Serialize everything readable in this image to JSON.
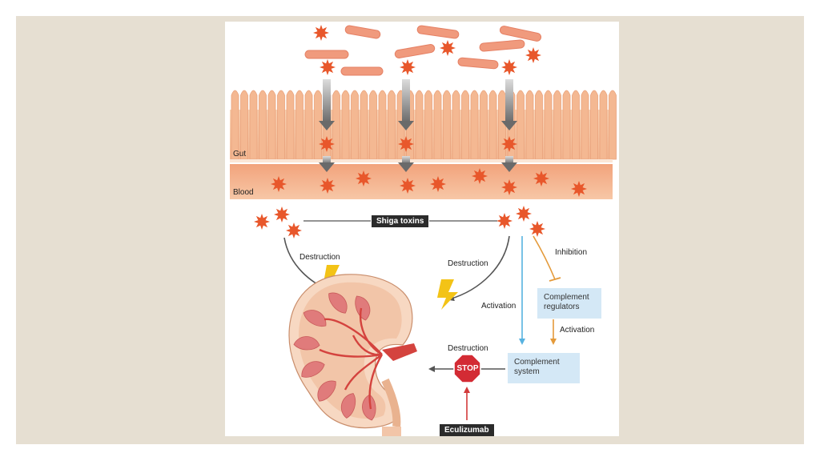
{
  "labels": {
    "gut": "Gut",
    "blood": "Blood",
    "shiga_toxins": "Shiga toxins",
    "destruction_left": "Destruction",
    "destruction_right": "Destruction",
    "destruction_stop": "Destruction",
    "inhibition": "Inhibition",
    "activation_blue": "Activation",
    "activation_orange": "Activation",
    "complement_regulators": "Complement\nregulators",
    "complement_system": "Complement\nsystem",
    "stop_sign": "STOP",
    "eculizumab": "Eculizumab"
  },
  "colors": {
    "frame": "#e6dfd2",
    "gut_tissue": "#f6c8a6",
    "blood_band": "#f0a27a",
    "toxin": "#e8572b",
    "bacterium": "#f09a7d",
    "kidney_outer": "#f7d8c2",
    "pyramid": "#e07b7b",
    "vessel": "#d4433e",
    "activation_blue": "#57b2e0",
    "inhibition_orange": "#e49a3a",
    "stop_red": "#d32b34",
    "eculizumab_arrow": "#d23a3a",
    "destruction_arrow": "#555555",
    "lightning": "#f3c316"
  },
  "icons": [
    "toxin-star-icon",
    "bacterium-icon",
    "lightning-icon",
    "stop-sign-icon",
    "kidney-icon"
  ]
}
